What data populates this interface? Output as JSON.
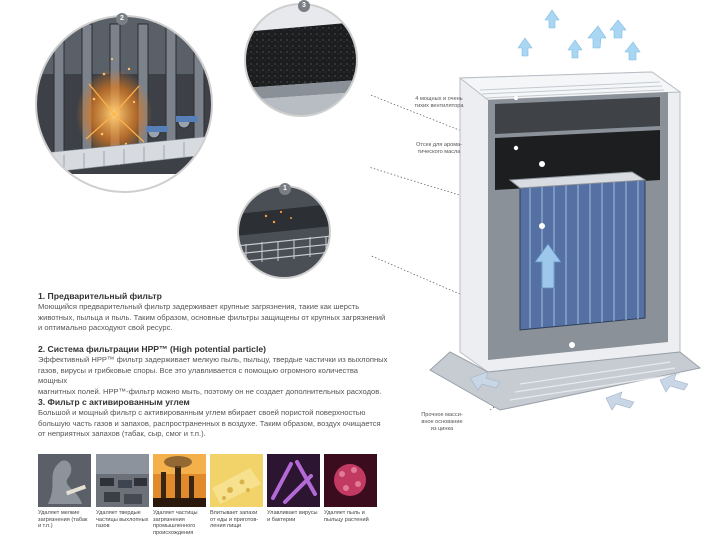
{
  "sections": [
    {
      "title": "1. Предварительный фильтр",
      "lines": [
        "Моющийся предварительный фильтр задерживает крупные загрязнения, такие как шерсть",
        "животных, пыльца и пыль. Таким образом, основные фильтры защищены от крупных загрязнений",
        "и оптимально расходуют свой ресурс."
      ]
    },
    {
      "title": "2. Система фильтрации HPP™ (High potential particle)",
      "lines": [
        "Эффективный HPP™ фильтр задерживает мелкую пыль, пыльцу, твердые частички из выхлопных",
        "газов, вирусы и грибковые споры. Все это улавливается с помощью огромного количества мощных",
        "магнитных полей. HPP™-фильтр можно мыть, поэтому он не создает дополнительных расходов."
      ]
    },
    {
      "title": "3. Фильтр с активированным углем",
      "lines": [
        "Большой и мощный фильтр с активированным углем вбирает своей пористой поверхностью",
        "большую часть газов и запахов, распространенных в воздухе. Таким образом, воздух очищается",
        "от неприятных запахов (табак, сыр, смог и т.п.)."
      ]
    }
  ],
  "side_labels": {
    "fans": [
      "4 мощных и очень",
      "тихих вентилятора"
    ],
    "aroma": [
      "Отсек для арома-",
      "тического масла"
    ],
    "base": [
      "Прочное масси-",
      "вное основание",
      "из цинка"
    ]
  },
  "badges": [
    "2",
    "3",
    "1"
  ],
  "thumbnails": [
    {
      "caption": [
        "Удаляет мелкие",
        "загрязнения (табак",
        "и т.п.)"
      ],
      "color": "#6a6f78"
    },
    {
      "caption": [
        "Удаляет твердые",
        "частицы выхлопных",
        "газов"
      ],
      "color": "#4f5560"
    },
    {
      "caption": [
        "Удаляет частицы",
        "загрязнения",
        "промышленного",
        "происхождения"
      ],
      "color": "#c9731f"
    },
    {
      "caption": [
        "Впитывает запахи",
        "от еды и приготов-",
        "ления пищи"
      ],
      "color": "#e8c24a"
    },
    {
      "caption": [
        "Улавливает вирусы",
        "и бактерии"
      ],
      "color": "#9a3f8f"
    },
    {
      "caption": [
        "Удаляет пыль и",
        "пыльцу растений"
      ],
      "color": "#b0305a"
    }
  ]
}
